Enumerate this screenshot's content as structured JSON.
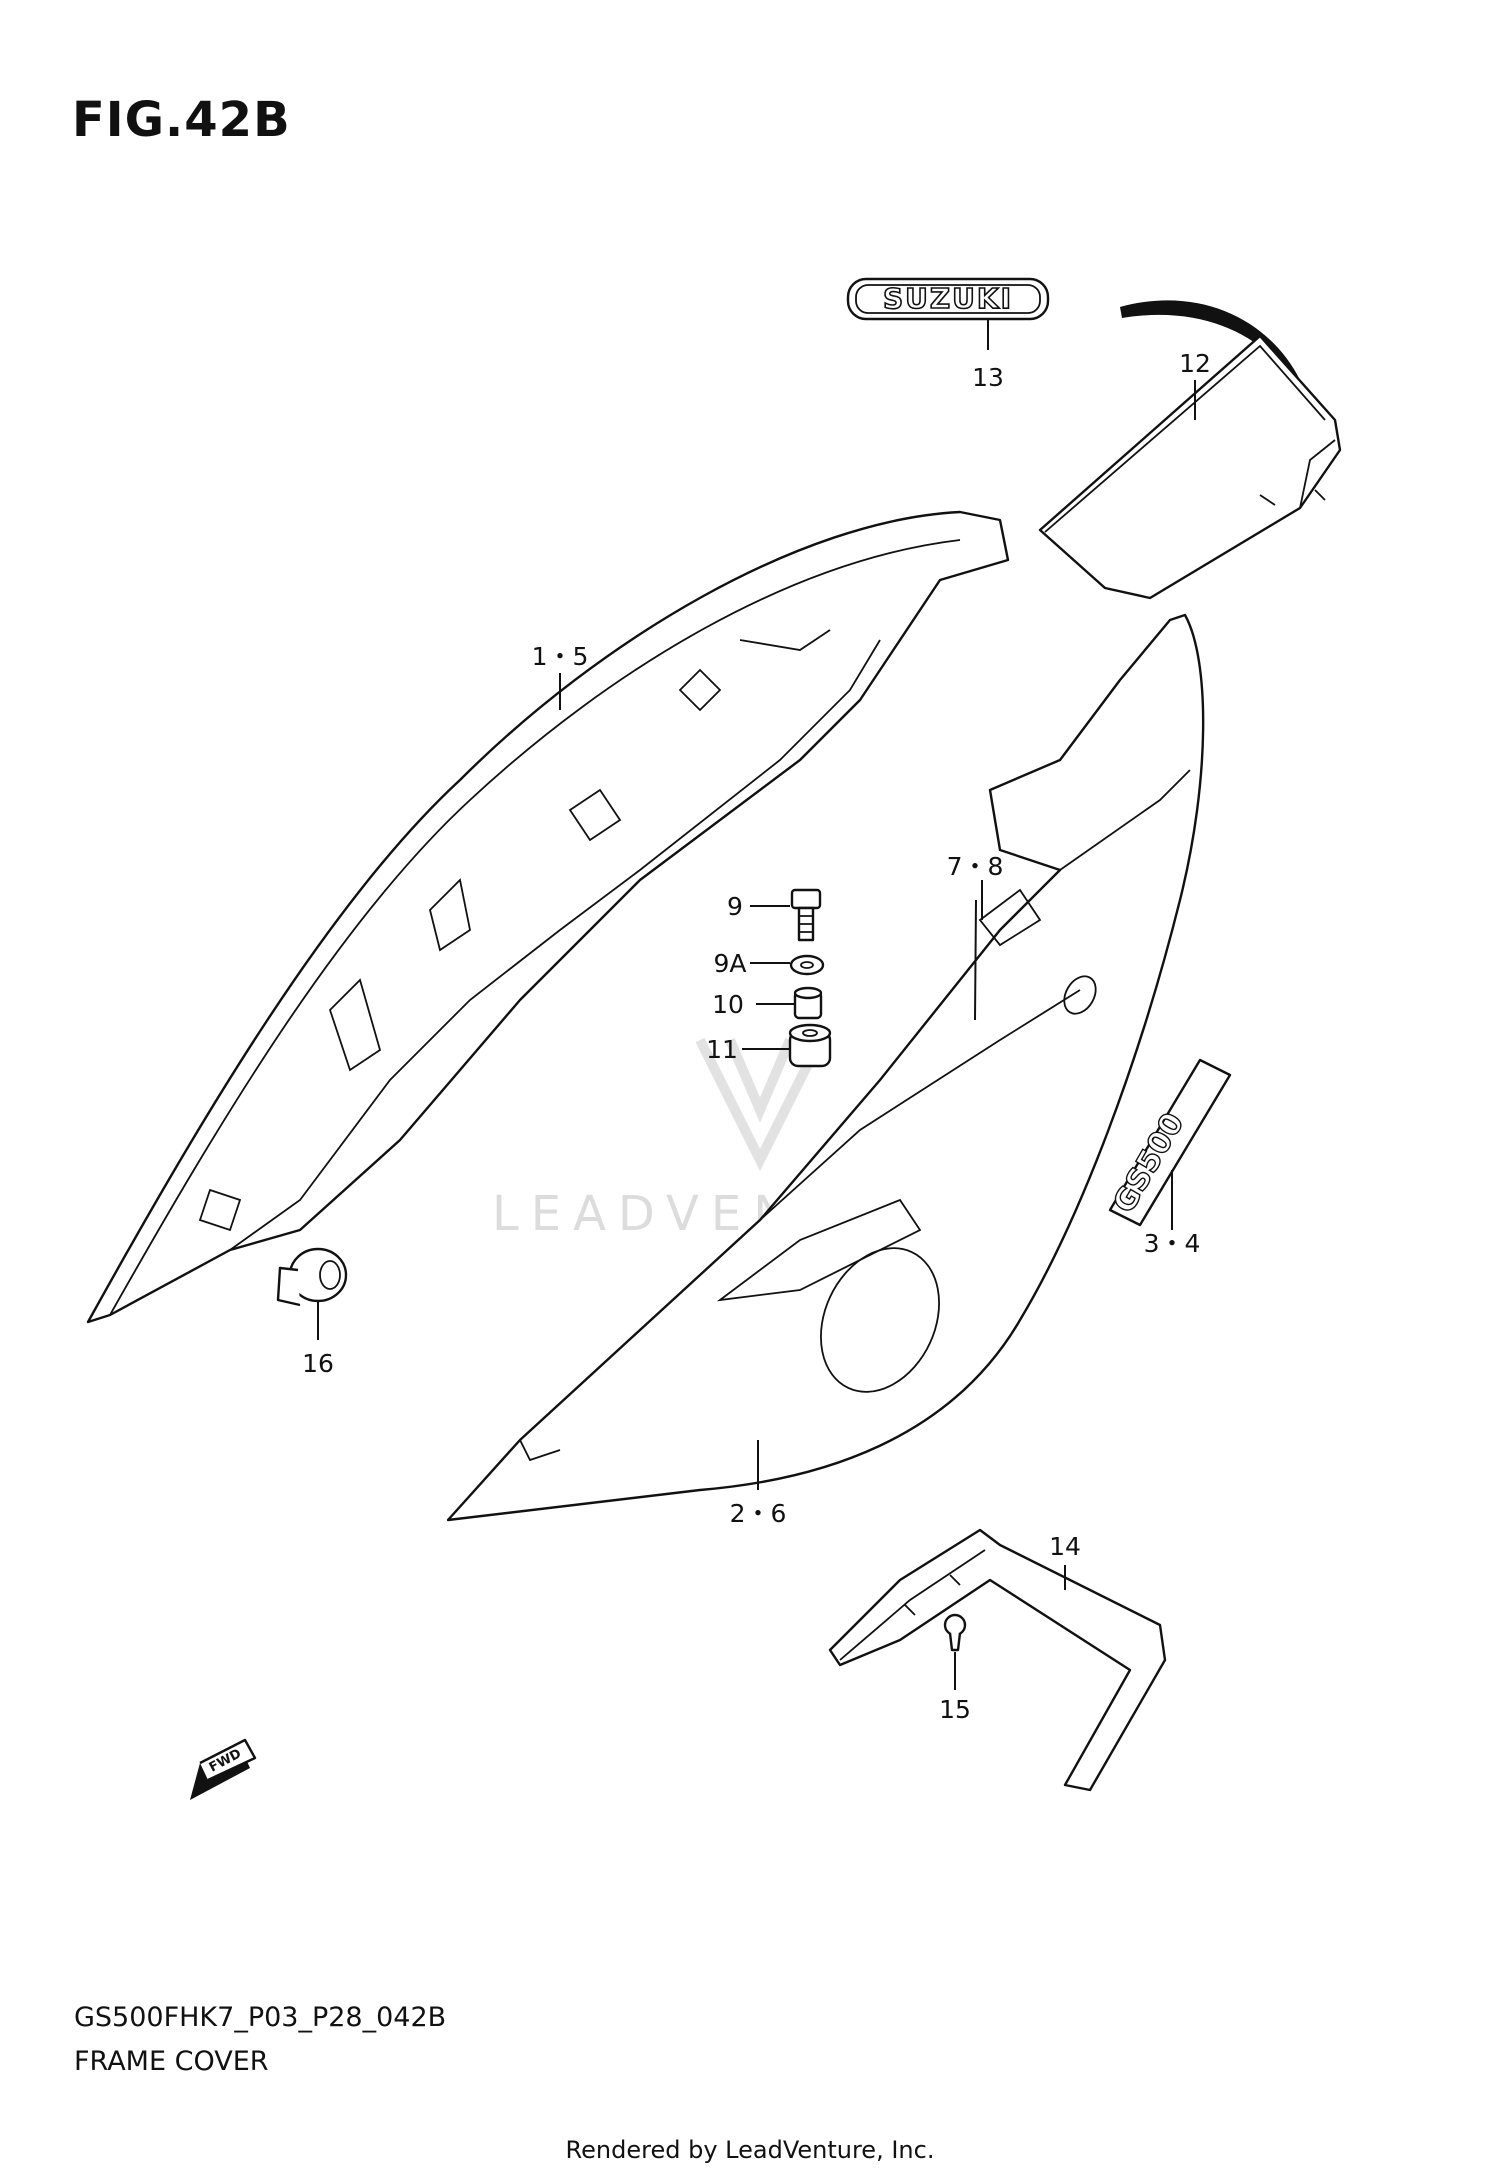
{
  "figure": {
    "title": "FIG.42B"
  },
  "callouts": [
    {
      "id": "13",
      "text": "13"
    },
    {
      "id": "12",
      "text": "12"
    },
    {
      "id": "1-5",
      "text": "1・5"
    },
    {
      "id": "7-8",
      "text": "7・8"
    },
    {
      "id": "9",
      "text": "9"
    },
    {
      "id": "9A",
      "text": "9A"
    },
    {
      "id": "10",
      "text": "10"
    },
    {
      "id": "11",
      "text": "11"
    },
    {
      "id": "3-4",
      "text": "3・4"
    },
    {
      "id": "16",
      "text": "16"
    },
    {
      "id": "2-6",
      "text": "2・6"
    },
    {
      "id": "14",
      "text": "14"
    },
    {
      "id": "15",
      "text": "15"
    }
  ],
  "emblems": {
    "suzuki": "SUZUKI",
    "model": "GS500",
    "fwd": "FWD"
  },
  "watermark": "LEADVENTURE",
  "diagram_code": "GS500FHK7_P03_P28_042B",
  "section_name": "FRAME COVER",
  "footer": "Rendered by LeadVenture, Inc."
}
